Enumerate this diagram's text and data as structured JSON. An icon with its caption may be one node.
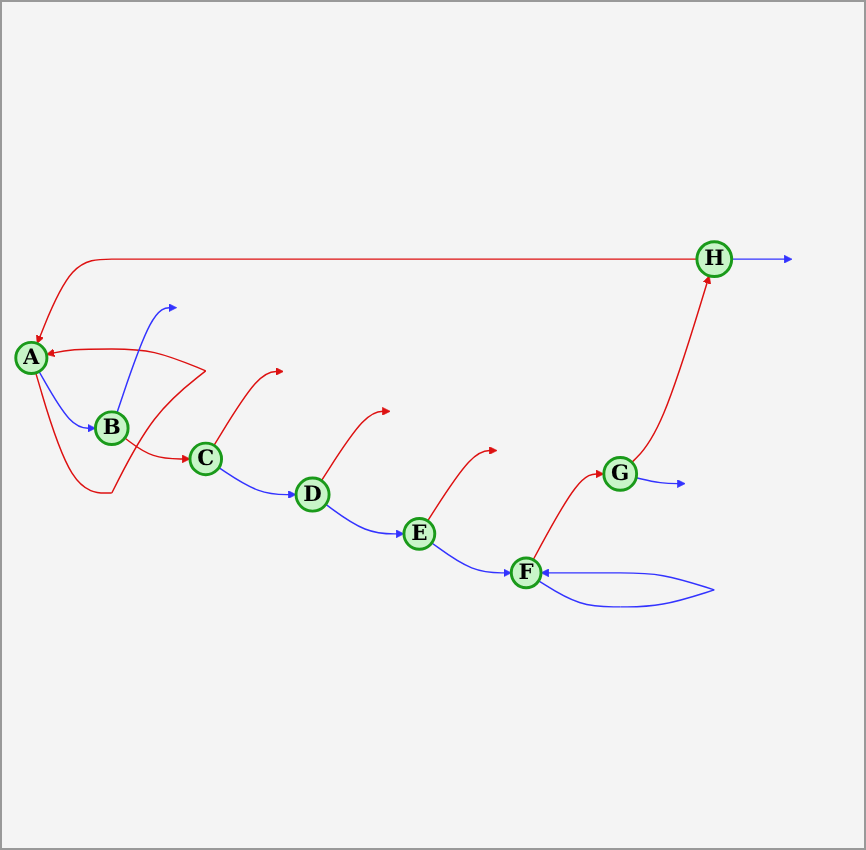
{
  "diagram": {
    "nodes": [
      {
        "text": [
          "A"
        ]
      },
      {
        "text": [
          "B"
        ]
      },
      {
        "text": [
          "C"
        ]
      },
      {
        "text": [
          "D"
        ]
      },
      {
        "text": [
          "E"
        ]
      },
      {
        "text": [
          "F"
        ]
      },
      {
        "text": [
          "G"
        ]
      },
      {
        "text": [
          "H"
        ]
      }
    ],
    "edges": [
      {
        "from": 0,
        "to": 1,
        "arrow": "to",
        "color": "#3333ff"
      },
      {
        "from": 1,
        "to": 2,
        "arrow": "to",
        "color": "#dd1111"
      },
      {
        "from": 2,
        "to": 3,
        "arrow": "to",
        "color": "#3333ff"
      },
      {
        "from": 3,
        "to": 4,
        "arrow": "to",
        "color": "#3333ff"
      },
      {
        "from": 4,
        "to": 5,
        "arrow": "to",
        "color": "#3333ff"
      },
      {
        "from": 5,
        "to": 6,
        "arrow": "to",
        "color": "#dd1111"
      },
      {
        "from": 6,
        "to": 7,
        "arrow": "to",
        "color": "#dd1111"
      },
      {
        "from": 7,
        "to": 0,
        "arrow": "to",
        "color": "#dd1111"
      },
      {
        "from": 0,
        "to": 0,
        "arrow": "to",
        "color": "#dd1111"
      },
      {
        "from": 5,
        "to": 5,
        "arrow": "to",
        "color": "#3333ff"
      },
      {
        "from": 7,
        "to": null,
        "arrow": "to",
        "color": "#3333ff"
      },
      {
        "from": 1,
        "to": null,
        "arrow": "to",
        "color": "#3333ff"
      },
      {
        "from": 6,
        "to": null,
        "arrow": "to",
        "color": "#3333ff"
      },
      {
        "from": 2,
        "to": null,
        "arrow": "to",
        "color": "#dd1111"
      },
      {
        "from": 3,
        "to": null,
        "arrow": "to",
        "color": "#dd1111"
      },
      {
        "from": 4,
        "to": null,
        "arrow": "to",
        "color": "#dd1111"
      }
    ]
  }
}
